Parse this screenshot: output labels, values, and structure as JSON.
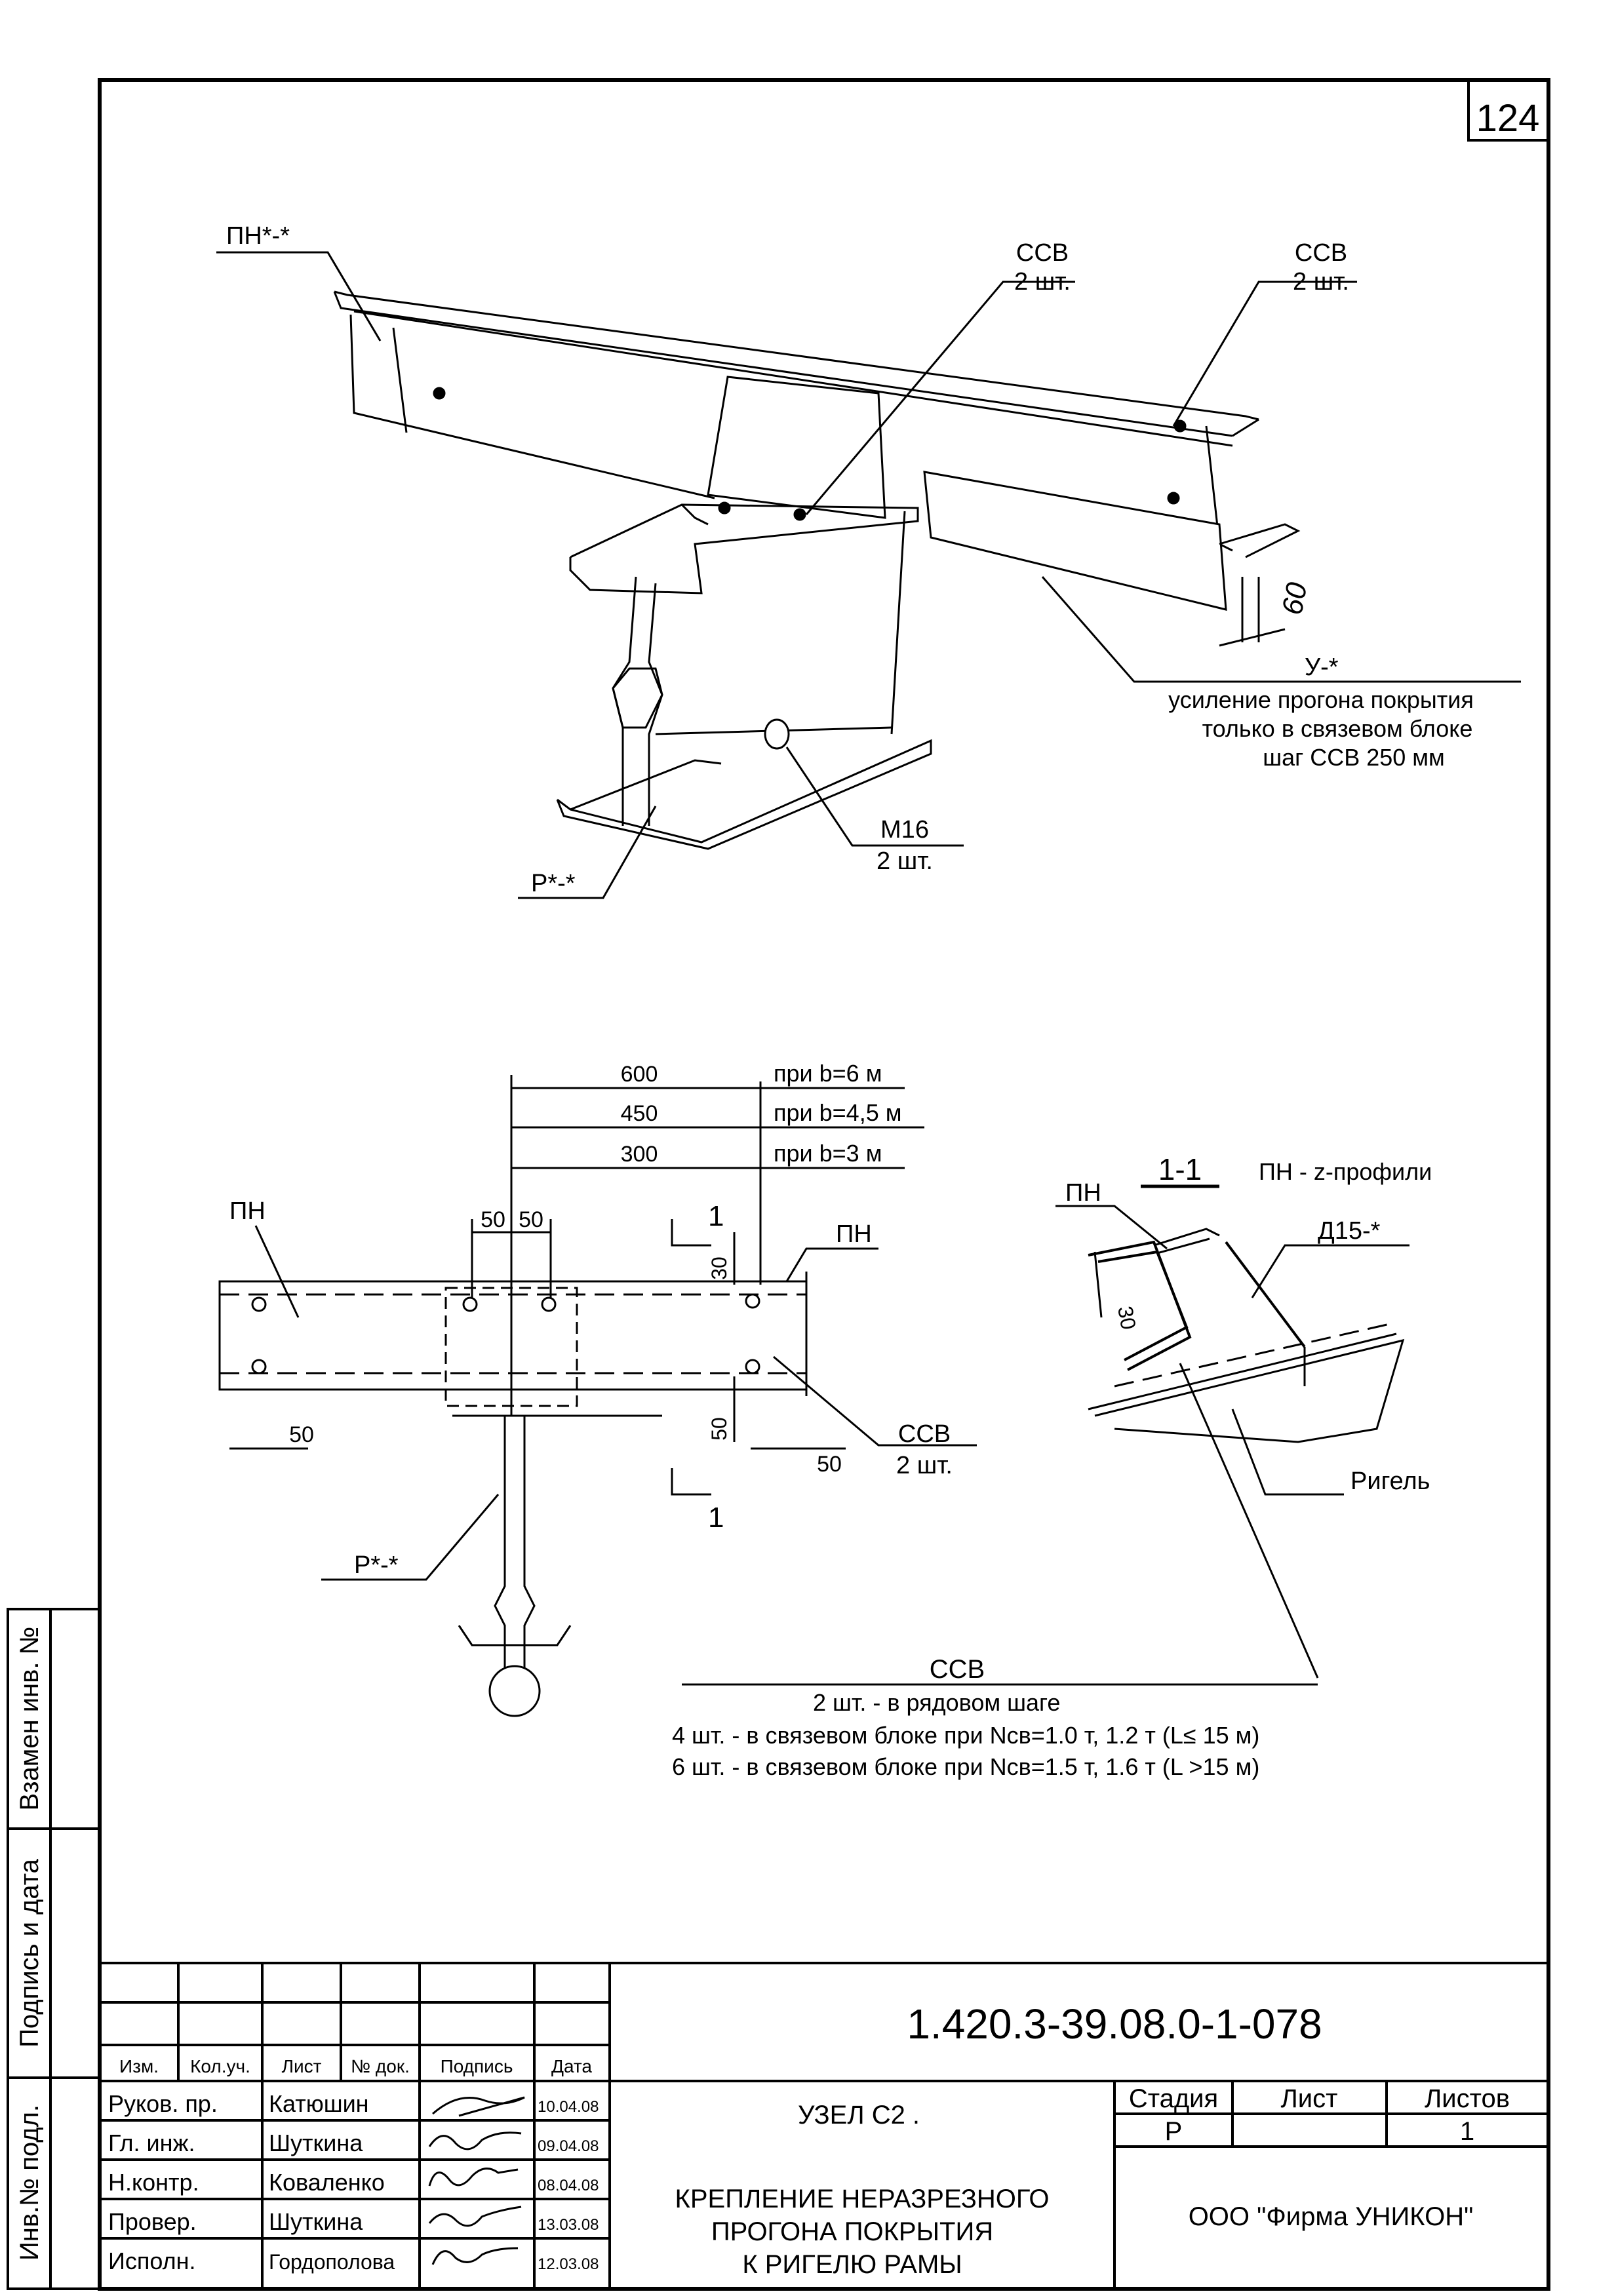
{
  "sheet_number": "124",
  "iso_view": {
    "label_pn": "ПН*-*",
    "ssv_left_label": "ССВ",
    "ssv_left_qty": "2 шт.",
    "ssv_right_label": "ССВ",
    "ssv_right_qty": "2 шт.",
    "dim_60": "60",
    "label_u": "У-*",
    "note_lines": [
      "усиление прогона покрытия",
      "только в связевом блоке",
      "шаг ССВ 250 мм"
    ],
    "bolt_label": "М16",
    "bolt_qty": "2 шт.",
    "label_r": "Р*-*"
  },
  "plan_view": {
    "dims_top": [
      {
        "value": "600",
        "note": "при b=6 м"
      },
      {
        "value": "450",
        "note": "при b=4,5 м"
      },
      {
        "value": "300",
        "note": "при b=3 м"
      }
    ],
    "dim_50a": "50",
    "dim_50b": "50",
    "dim_30": "30",
    "dim_50_left": "50",
    "dim_50_right": "50",
    "dim_50_vert": "50",
    "label_pn_left": "ПН",
    "label_pn_right": "ПН",
    "section_mark_top": "1",
    "section_mark_bottom": "1",
    "ssv_label": "ССВ",
    "ssv_qty": "2 шт.",
    "label_r": "Р*-*"
  },
  "section_view": {
    "title": "1-1",
    "subtitle": "ПН - z-профили",
    "label_pn": "ПН",
    "label_d15": "Д15-*",
    "dim_30": "30",
    "label_rigel": "Ригель"
  },
  "ssv_note": {
    "title": "ССВ",
    "lines": [
      "2 шт. - в рядовом шаге",
      "4 шт. - в связевом блоке при Nсв=1.0 т, 1.2 т  (L≤ 15 м)",
      "6 шт. - в связевом блоке при Nсв=1.5 т, 1.6 т  (L >15 м)"
    ]
  },
  "left_strip": {
    "vzamen": "Взамен инв. №",
    "podpis": "Подпись и дата",
    "inv": "Инв.№ подл."
  },
  "title_block": {
    "doc_code": "1.420.3-39.08.0-1-078",
    "header": [
      "Изм.",
      "Кол.уч.",
      "Лист",
      "№ док.",
      "Подпись",
      "Дата"
    ],
    "rows": [
      {
        "role": "Руков. пр.",
        "name": "Катюшин",
        "date": "10.04.08"
      },
      {
        "role": "Гл. инж.",
        "name": "Шуткина",
        "date": "09.04.08"
      },
      {
        "role": "Н.контр.",
        "name": "Коваленко",
        "date": "08.04.08"
      },
      {
        "role": "Провер.",
        "name": "Шуткина",
        "date": "13.03.08"
      },
      {
        "role": "Исполн.",
        "name": "Гордополова",
        "date": "12.03.08"
      }
    ],
    "title_line1": "УЗЕЛ С2 .",
    "title_lines": [
      "КРЕПЛЕНИЕ НЕРАЗРЕЗНОГО",
      "ПРОГОНА ПОКРЫТИЯ",
      "К РИГЕЛЮ РАМЫ"
    ],
    "stage_header": "Стадия",
    "sheet_header": "Лист",
    "sheets_header": "Листов",
    "stage_value": "Р",
    "sheet_value": "",
    "sheets_value": "1",
    "company": "ООО \"Фирма УНИКОН\""
  }
}
